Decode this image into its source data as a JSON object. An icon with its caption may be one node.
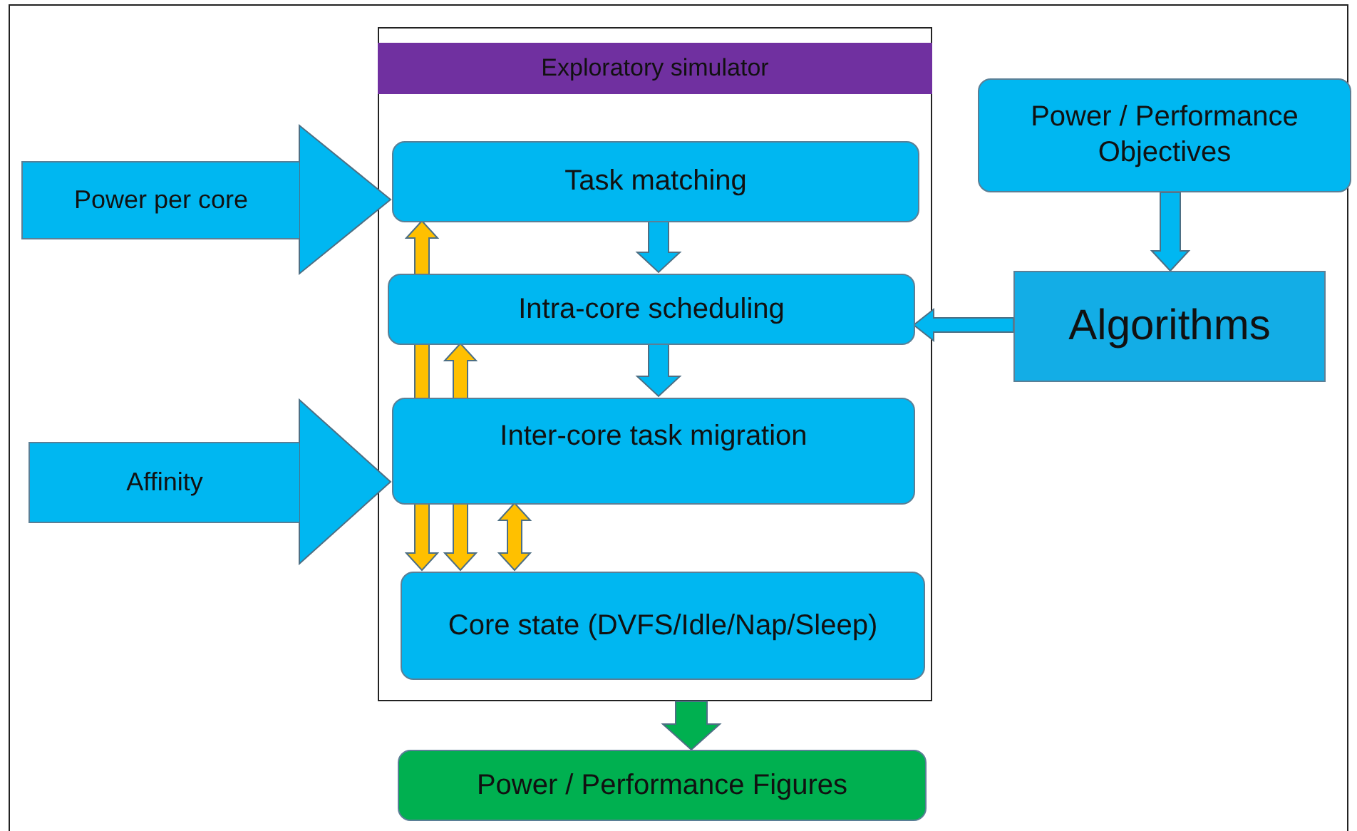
{
  "diagram": {
    "nodes": [
      {
        "text": [
          "Exploratory simulator"
        ]
      },
      {
        "text": [
          "Task matching"
        ],
        "in": 0
      },
      {
        "text": [
          "Intra-core scheduling"
        ],
        "in": 0
      },
      {
        "text": [
          "Inter-core task migration"
        ],
        "in": 0
      },
      {
        "text": [
          "Core state (DVFS/Idle/Nap/Sleep)"
        ],
        "in": 0
      },
      {
        "text": [
          "Power per core"
        ]
      },
      {
        "text": [
          "Affinity"
        ]
      },
      {
        "text": [
          "Power / Performance Objectives"
        ]
      },
      {
        "text": [
          "Algorithms"
        ]
      },
      {
        "text": [
          "Power / Performance Figures"
        ]
      }
    ],
    "edges": [
      {
        "from": 5,
        "to": 1,
        "arrow": "to"
      },
      {
        "from": 1,
        "to": 2,
        "arrow": "to"
      },
      {
        "from": 2,
        "to": 3,
        "arrow": "to"
      },
      {
        "from": 6,
        "to": 3,
        "arrow": "to"
      },
      {
        "from": 1,
        "to": 4,
        "arrow": "both",
        "color": "#ffc000"
      },
      {
        "from": 2,
        "to": 4,
        "arrow": "both",
        "color": "#ffc000"
      },
      {
        "from": 3,
        "to": 4,
        "arrow": "both",
        "color": "#ffc000"
      },
      {
        "from": 7,
        "to": 8,
        "arrow": "to"
      },
      {
        "from": 8,
        "to": 2,
        "arrow": "to"
      },
      {
        "from": 0,
        "to": 9,
        "arrow": "to",
        "color": "#00b050"
      }
    ]
  }
}
